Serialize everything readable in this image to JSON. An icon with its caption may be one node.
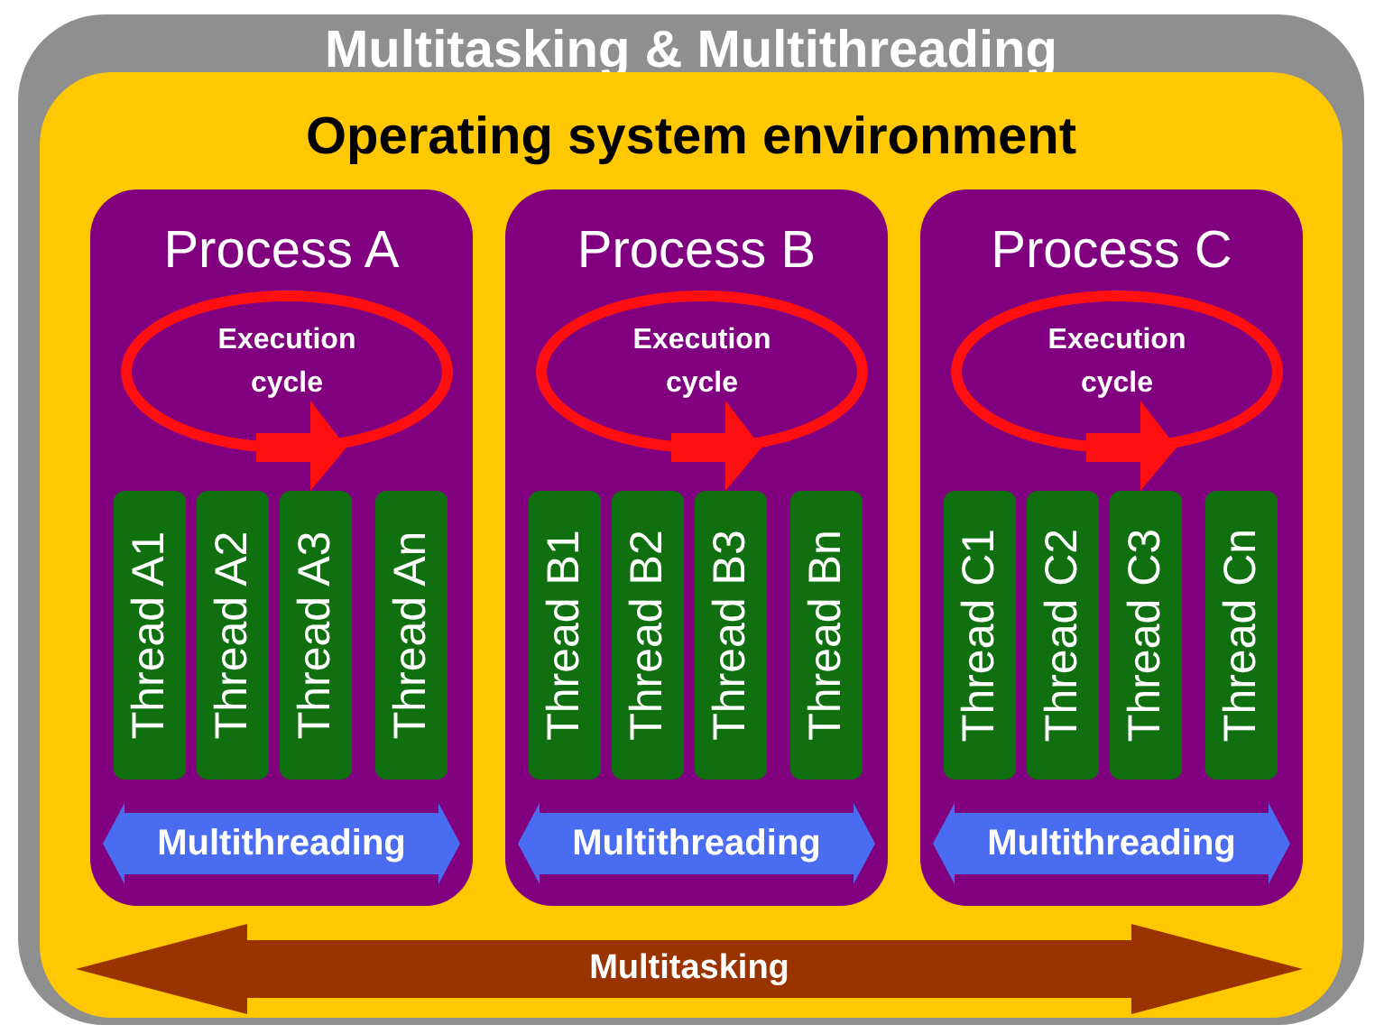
{
  "diagram": {
    "nodes": [
      {
        "text": [
          "Multitasking & Multithreading"
        ]
      },
      {
        "text": [
          "Operating system environment"
        ],
        "in": 0
      },
      {
        "text": [
          "Process A"
        ],
        "in": 1
      },
      {
        "text": [
          "Execution cycle"
        ],
        "in": 2
      },
      {
        "text": [
          "Thread A1"
        ],
        "in": 2
      },
      {
        "text": [
          "Thread A2"
        ],
        "in": 2
      },
      {
        "text": [
          "Thread A3"
        ],
        "in": 2
      },
      {
        "text": [
          "Thread An"
        ],
        "in": 2
      },
      {
        "text": [
          "Multithreading"
        ],
        "in": 2
      },
      {
        "text": [
          "Process B"
        ],
        "in": 1
      },
      {
        "text": [
          "Execution cycle"
        ],
        "in": 9
      },
      {
        "text": [
          "Thread B1"
        ],
        "in": 9
      },
      {
        "text": [
          "Thread B2"
        ],
        "in": 9
      },
      {
        "text": [
          "Thread B3"
        ],
        "in": 9
      },
      {
        "text": [
          "Thread Bn"
        ],
        "in": 9
      },
      {
        "text": [
          "Multithreading"
        ],
        "in": 9
      },
      {
        "text": [
          "Process C"
        ],
        "in": 1
      },
      {
        "text": [
          "Execution cycle"
        ],
        "in": 16
      },
      {
        "text": [
          "Thread C1"
        ],
        "in": 16
      },
      {
        "text": [
          "Thread C2"
        ],
        "in": 16
      },
      {
        "text": [
          "Thread C3"
        ],
        "in": 16
      },
      {
        "text": [
          "Thread Cn"
        ],
        "in": 16
      },
      {
        "text": [
          "Multithreading"
        ],
        "in": 16
      },
      {
        "text": [
          "Multitasking"
        ],
        "in": 1
      }
    ]
  }
}
